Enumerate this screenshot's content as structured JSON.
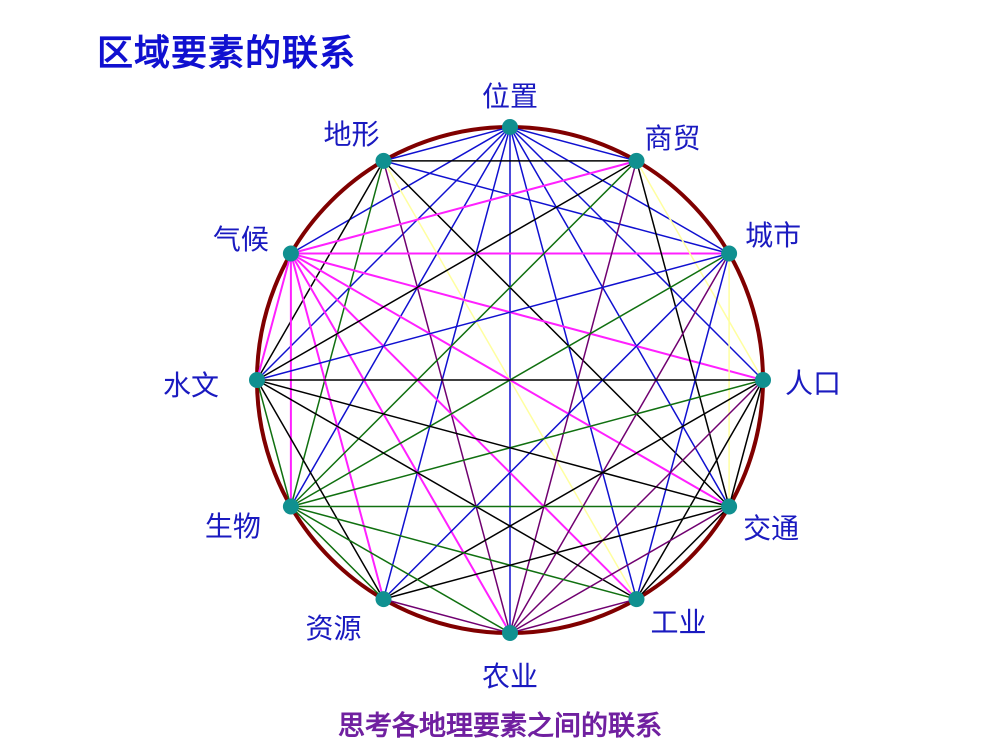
{
  "title": "区域要素的联系",
  "footer": "思考各地理要素之间的联系",
  "colors": {
    "circle": "#800000",
    "node": "#109090",
    "label": "#1a1ac0"
  },
  "nodes": [
    "位置",
    "商贸",
    "城市",
    "人口",
    "交通",
    "工业",
    "农业",
    "资源",
    "生物",
    "水文",
    "气候",
    "地形"
  ],
  "edges": [
    [
      0,
      11,
      "#1010d0"
    ],
    [
      0,
      1,
      "#1010d0"
    ],
    [
      0,
      2,
      "#1010d0"
    ],
    [
      0,
      3,
      "#1010d0"
    ],
    [
      0,
      4,
      "#1010d0"
    ],
    [
      0,
      5,
      "#1010d0"
    ],
    [
      0,
      6,
      "#1010d0"
    ],
    [
      0,
      7,
      "#1010d0"
    ],
    [
      0,
      8,
      "#1010d0"
    ],
    [
      0,
      9,
      "#1010d0"
    ],
    [
      0,
      10,
      "#1010d0"
    ],
    [
      11,
      1,
      "#000000"
    ],
    [
      11,
      2,
      "#1010d0"
    ],
    [
      11,
      4,
      "#000000"
    ],
    [
      11,
      5,
      "#ffffa0"
    ],
    [
      11,
      6,
      "#700070"
    ],
    [
      11,
      8,
      "#107010"
    ],
    [
      11,
      9,
      "#000000"
    ],
    [
      10,
      1,
      "#ff20ff"
    ],
    [
      10,
      2,
      "#ff20ff"
    ],
    [
      10,
      3,
      "#ff20ff"
    ],
    [
      10,
      4,
      "#ff20ff"
    ],
    [
      10,
      5,
      "#ff20ff"
    ],
    [
      10,
      6,
      "#ff20ff"
    ],
    [
      10,
      7,
      "#ff20ff"
    ],
    [
      10,
      8,
      "#ff20ff"
    ],
    [
      10,
      9,
      "#ff20ff"
    ],
    [
      1,
      9,
      "#000000"
    ],
    [
      1,
      8,
      "#107010"
    ],
    [
      1,
      6,
      "#700070"
    ],
    [
      1,
      4,
      "#000000"
    ],
    [
      1,
      3,
      "#ffffa0"
    ],
    [
      2,
      9,
      "#1010d0"
    ],
    [
      2,
      8,
      "#107010"
    ],
    [
      2,
      7,
      "#1010d0"
    ],
    [
      2,
      5,
      "#1010d0"
    ],
    [
      2,
      6,
      "#700070"
    ],
    [
      2,
      4,
      "#ffffa0"
    ],
    [
      3,
      9,
      "#000000"
    ],
    [
      3,
      8,
      "#107010"
    ],
    [
      3,
      7,
      "#000000"
    ],
    [
      3,
      6,
      "#700070"
    ],
    [
      3,
      5,
      "#000000"
    ],
    [
      3,
      4,
      "#000000"
    ],
    [
      9,
      4,
      "#000000"
    ],
    [
      9,
      5,
      "#000000"
    ],
    [
      9,
      7,
      "#000000"
    ],
    [
      9,
      8,
      "#107010"
    ],
    [
      8,
      4,
      "#107010"
    ],
    [
      8,
      5,
      "#107010"
    ],
    [
      8,
      6,
      "#107010"
    ],
    [
      8,
      7,
      "#107010"
    ],
    [
      7,
      4,
      "#000000"
    ],
    [
      7,
      6,
      "#700070"
    ],
    [
      6,
      4,
      "#700070"
    ],
    [
      6,
      5,
      "#700070"
    ],
    [
      5,
      4,
      "#000000"
    ]
  ]
}
